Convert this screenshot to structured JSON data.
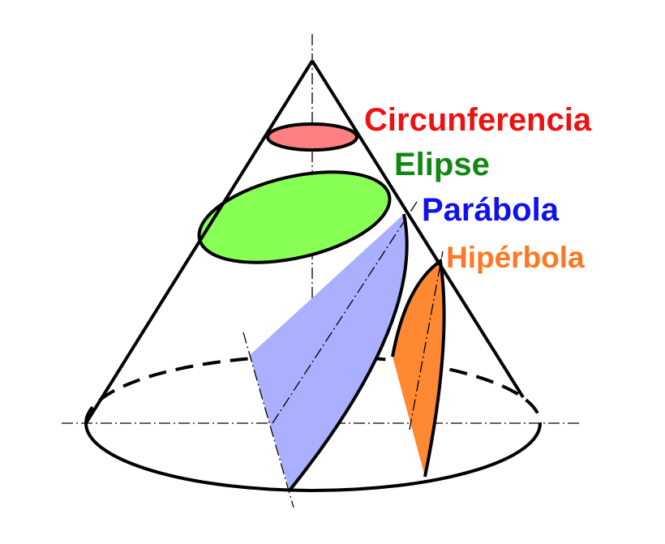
{
  "labels": {
    "circunferencia": {
      "text": "Circunferencia",
      "color": "#ee1111"
    },
    "elipse": {
      "text": "Elipse",
      "color": "#118811"
    },
    "parabola": {
      "text": "Parábola",
      "color": "#1111ee"
    },
    "hiperbola": {
      "text": "Hipérbola",
      "color": "#ff7722"
    }
  },
  "fills": {
    "circunferencia": "#ff8080",
    "elipse": "#88ff55",
    "parabola": "#aab0ff",
    "hiperbola": "#ff8833"
  },
  "stroke": "#000000"
}
